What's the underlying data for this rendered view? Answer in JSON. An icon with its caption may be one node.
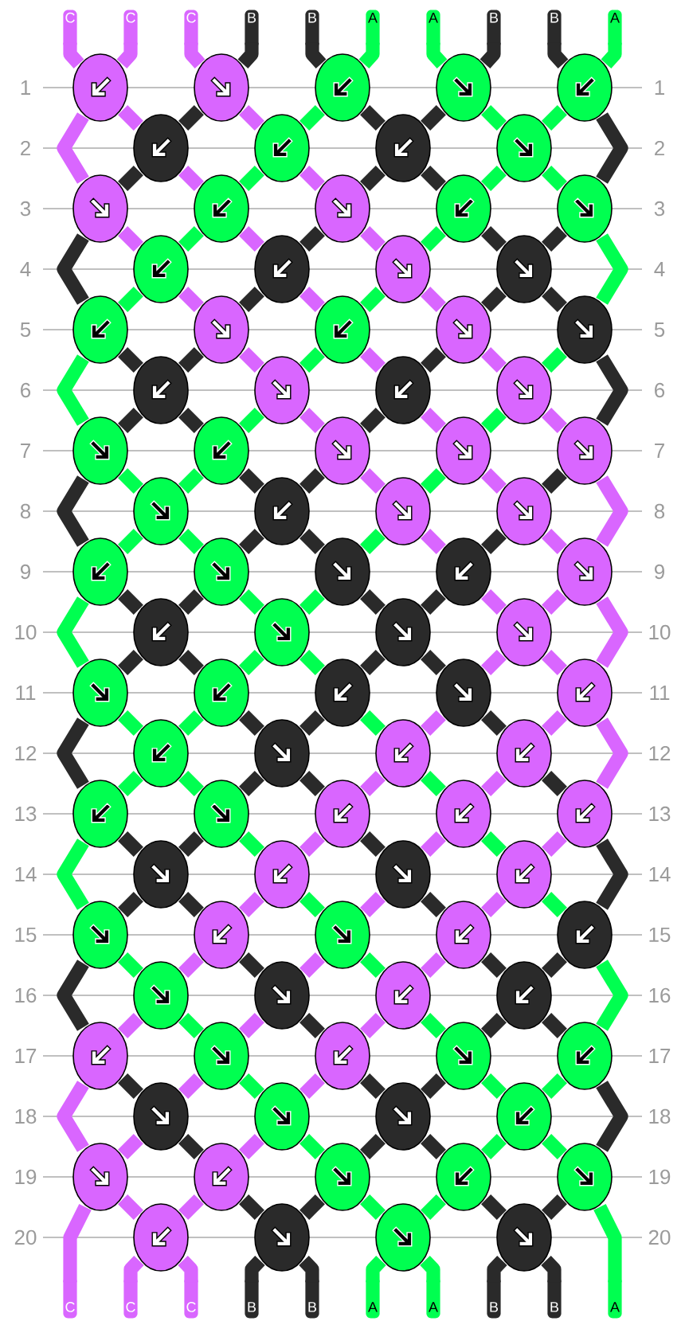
{
  "diagram": {
    "nodes": [
      {
        "text": [
          "C"
        ]
      },
      {
        "text": [
          "C"
        ]
      },
      {
        "text": [
          "C"
        ]
      },
      {
        "text": [
          "B"
        ]
      },
      {
        "text": [
          "B"
        ]
      },
      {
        "text": [
          "A"
        ]
      },
      {
        "text": [
          "A"
        ]
      },
      {
        "text": [
          "B"
        ]
      },
      {
        "text": [
          "B"
        ]
      },
      {
        "text": [
          "A"
        ]
      },
      {
        "text": [],
        "shape": "ellipse"
      },
      {
        "text": [],
        "shape": "ellipse"
      },
      {
        "text": [],
        "shape": "ellipse"
      },
      {
        "text": [],
        "shape": "ellipse"
      },
      {
        "text": [],
        "shape": "ellipse"
      },
      {
        "text": [],
        "shape": "ellipse"
      },
      {
        "text": [],
        "shape": "ellipse"
      },
      {
        "text": [],
        "shape": "ellipse"
      },
      {
        "text": [],
        "shape": "ellipse"
      },
      {
        "text": [],
        "shape": "ellipse"
      },
      {
        "text": [],
        "shape": "ellipse"
      },
      {
        "text": [],
        "shape": "ellipse"
      },
      {
        "text": [],
        "shape": "ellipse"
      },
      {
        "text": [],
        "shape": "ellipse"
      },
      {
        "text": [],
        "shape": "ellipse"
      },
      {
        "text": [],
        "shape": "ellipse"
      },
      {
        "text": [],
        "shape": "ellipse"
      },
      {
        "text": [],
        "shape": "ellipse"
      },
      {
        "text": [],
        "shape": "ellipse"
      },
      {
        "text": [],
        "shape": "ellipse"
      },
      {
        "text": [],
        "shape": "ellipse"
      },
      {
        "text": [],
        "shape": "ellipse"
      },
      {
        "text": [],
        "shape": "ellipse"
      },
      {
        "text": [],
        "shape": "ellipse"
      },
      {
        "text": [],
        "shape": "ellipse"
      },
      {
        "text": [],
        "shape": "ellipse"
      },
      {
        "text": [],
        "shape": "ellipse"
      },
      {
        "text": [],
        "shape": "ellipse"
      },
      {
        "text": [],
        "shape": "ellipse"
      },
      {
        "text": [],
        "shape": "ellipse"
      },
      {
        "text": [],
        "shape": "ellipse"
      },
      {
        "text": [],
        "shape": "ellipse"
      },
      {
        "text": [],
        "shape": "ellipse"
      },
      {
        "text": [],
        "shape": "ellipse"
      },
      {
        "text": [],
        "shape": "ellipse"
      },
      {
        "text": [],
        "shape": "ellipse"
      },
      {
        "text": [],
        "shape": "ellipse"
      },
      {
        "text": [],
        "shape": "ellipse"
      },
      {
        "text": [],
        "shape": "ellipse"
      },
      {
        "text": [],
        "shape": "ellipse"
      },
      {
        "text": [],
        "shape": "ellipse"
      },
      {
        "text": [],
        "shape": "ellipse"
      },
      {
        "text": [],
        "shape": "ellipse"
      },
      {
        "text": [],
        "shape": "ellipse"
      },
      {
        "text": [],
        "shape": "ellipse"
      },
      {
        "text": [],
        "shape": "ellipse"
      },
      {
        "text": [],
        "shape": "ellipse"
      },
      {
        "text": [],
        "shape": "ellipse"
      },
      {
        "text": [],
        "shape": "ellipse"
      },
      {
        "text": [],
        "shape": "ellipse"
      },
      {
        "text": [],
        "shape": "ellipse"
      },
      {
        "text": [],
        "shape": "ellipse"
      },
      {
        "text": [],
        "shape": "ellipse"
      },
      {
        "text": [],
        "shape": "ellipse"
      },
      {
        "text": [],
        "shape": "ellipse"
      },
      {
        "text": [],
        "shape": "ellipse"
      },
      {
        "text": [],
        "shape": "ellipse"
      },
      {
        "text": [],
        "shape": "ellipse"
      },
      {
        "text": [],
        "shape": "ellipse"
      },
      {
        "text": [],
        "shape": "ellipse"
      },
      {
        "text": [],
        "shape": "ellipse"
      },
      {
        "text": [],
        "shape": "ellipse"
      },
      {
        "text": [],
        "shape": "ellipse"
      },
      {
        "text": [],
        "shape": "ellipse"
      },
      {
        "text": [],
        "shape": "ellipse"
      },
      {
        "text": [],
        "shape": "ellipse"
      },
      {
        "text": [],
        "shape": "ellipse"
      },
      {
        "text": [],
        "shape": "ellipse"
      },
      {
        "text": [],
        "shape": "ellipse"
      },
      {
        "text": [],
        "shape": "ellipse"
      },
      {
        "text": [],
        "shape": "ellipse"
      },
      {
        "text": [],
        "shape": "ellipse"
      },
      {
        "text": [],
        "shape": "ellipse"
      },
      {
        "text": [],
        "shape": "ellipse"
      },
      {
        "text": [],
        "shape": "ellipse"
      },
      {
        "text": [],
        "shape": "ellipse"
      },
      {
        "text": [],
        "shape": "ellipse"
      },
      {
        "text": [],
        "shape": "ellipse"
      },
      {
        "text": [],
        "shape": "ellipse"
      },
      {
        "text": [],
        "shape": "ellipse"
      },
      {
        "text": [],
        "shape": "ellipse"
      },
      {
        "text": [],
        "shape": "ellipse"
      },
      {
        "text": [],
        "shape": "ellipse"
      },
      {
        "text": [],
        "shape": "ellipse"
      },
      {
        "text": [],
        "shape": "ellipse"
      },
      {
        "text": [],
        "shape": "ellipse"
      },
      {
        "text": [],
        "shape": "ellipse"
      },
      {
        "text": [],
        "shape": "ellipse"
      },
      {
        "text": [],
        "shape": "ellipse"
      },
      {
        "text": [],
        "shape": "ellipse"
      },
      {
        "text": [
          "C"
        ]
      },
      {
        "text": [
          "C"
        ]
      },
      {
        "text": [
          "C"
        ]
      },
      {
        "text": [
          "B"
        ]
      },
      {
        "text": [
          "B"
        ]
      },
      {
        "text": [
          "A"
        ]
      },
      {
        "text": [
          "A"
        ]
      },
      {
        "text": [
          "B"
        ]
      },
      {
        "text": [
          "B"
        ]
      },
      {
        "text": [
          "A"
        ]
      }
    ],
    "edges": [
      {
        "from": 0,
        "to": 10,
        "arrow": "none",
        "color": "#d966ff"
      },
      {
        "from": 1,
        "to": 10,
        "arrow": "none",
        "color": "#d966ff"
      },
      {
        "from": 2,
        "to": 11,
        "arrow": "none",
        "color": "#d966ff"
      },
      {
        "from": 3,
        "to": 11,
        "arrow": "none"
      },
      {
        "from": 4,
        "to": 12,
        "arrow": "none"
      },
      {
        "from": 5,
        "to": 12,
        "arrow": "none",
        "color": "#00ff50"
      },
      {
        "from": 6,
        "to": 13,
        "arrow": "none",
        "color": "#00ff50"
      },
      {
        "from": 7,
        "to": 13,
        "arrow": "none"
      },
      {
        "from": 8,
        "to": 14,
        "arrow": "none"
      },
      {
        "from": 9,
        "to": 14,
        "arrow": "none",
        "color": "#00ff50"
      },
      {
        "from": 10,
        "to": 19,
        "arrow": "none",
        "color": "#d966ff"
      },
      {
        "from": 10,
        "to": 15,
        "arrow": "none",
        "color": "#d966ff"
      },
      {
        "from": 11,
        "to": 15,
        "arrow": "none"
      },
      {
        "from": 11,
        "to": 16,
        "arrow": "none",
        "color": "#d966ff"
      },
      {
        "from": 12,
        "to": 16,
        "arrow": "none",
        "color": "#00ff50"
      },
      {
        "from": 12,
        "to": 17,
        "arrow": "none"
      },
      {
        "from": 13,
        "to": 17,
        "arrow": "none"
      },
      {
        "from": 13,
        "to": 18,
        "arrow": "none",
        "color": "#00ff50"
      },
      {
        "from": 14,
        "to": 18,
        "arrow": "none",
        "color": "#00ff50"
      },
      {
        "from": 14,
        "to": 23,
        "arrow": "none"
      },
      {
        "from": 15,
        "to": 19,
        "arrow": "none"
      },
      {
        "from": 15,
        "to": 20,
        "arrow": "none",
        "color": "#d966ff"
      },
      {
        "from": 16,
        "to": 20,
        "arrow": "none",
        "color": "#00ff50"
      },
      {
        "from": 16,
        "to": 21,
        "arrow": "none",
        "color": "#d966ff"
      },
      {
        "from": 17,
        "to": 21,
        "arrow": "none"
      },
      {
        "from": 17,
        "to": 22,
        "arrow": "none"
      },
      {
        "from": 18,
        "to": 22,
        "arrow": "none",
        "color": "#00ff50"
      },
      {
        "from": 18,
        "to": 23,
        "arrow": "none",
        "color": "#00ff50"
      },
      {
        "from": 19,
        "to": 28,
        "arrow": "none"
      },
      {
        "from": 19,
        "to": 24,
        "arrow": "none",
        "color": "#d966ff"
      },
      {
        "from": 20,
        "to": 24,
        "arrow": "none",
        "color": "#00ff50"
      },
      {
        "from": 20,
        "to": 25,
        "arrow": "none",
        "color": "#d966ff"
      },
      {
        "from": 21,
        "to": 25,
        "arrow": "none"
      },
      {
        "from": 21,
        "to": 26,
        "arrow": "none",
        "color": "#d966ff"
      },
      {
        "from": 22,
        "to": 26,
        "arrow": "none",
        "color": "#00ff50"
      },
      {
        "from": 22,
        "to": 27,
        "arrow": "none"
      },
      {
        "from": 23,
        "to": 27,
        "arrow": "none"
      },
      {
        "from": 23,
        "to": 32,
        "arrow": "none",
        "color": "#00ff50"
      },
      {
        "from": 24,
        "to": 28,
        "arrow": "none",
        "color": "#00ff50"
      },
      {
        "from": 24,
        "to": 29,
        "arrow": "none",
        "color": "#d966ff"
      },
      {
        "from": 25,
        "to": 29,
        "arrow": "none"
      },
      {
        "from": 25,
        "to": 30,
        "arrow": "none",
        "color": "#d966ff"
      },
      {
        "from": 26,
        "to": 30,
        "arrow": "none",
        "color": "#00ff50"
      },
      {
        "from": 26,
        "to": 31,
        "arrow": "none",
        "color": "#d966ff"
      },
      {
        "from": 27,
        "to": 31,
        "arrow": "none"
      },
      {
        "from": 27,
        "to": 32,
        "arrow": "none"
      },
      {
        "from": 28,
        "to": 37,
        "arrow": "none",
        "color": "#00ff50"
      },
      {
        "from": 28,
        "to": 33,
        "arrow": "none"
      },
      {
        "from": 29,
        "to": 33,
        "arrow": "none"
      },
      {
        "from": 29,
        "to": 34,
        "arrow": "none",
        "color": "#d966ff"
      },
      {
        "from": 30,
        "to": 34,
        "arrow": "none",
        "color": "#00ff50"
      },
      {
        "from": 30,
        "to": 35,
        "arrow": "none",
        "color": "#d966ff"
      },
      {
        "from": 31,
        "to": 35,
        "arrow": "none"
      },
      {
        "from": 31,
        "to": 36,
        "arrow": "none",
        "color": "#d966ff"
      },
      {
        "from": 32,
        "to": 36,
        "arrow": "none",
        "color": "#00ff50"
      },
      {
        "from": 32,
        "to": 41,
        "arrow": "none"
      },
      {
        "from": 33,
        "to": 37,
        "arrow": "none"
      },
      {
        "from": 33,
        "to": 38,
        "arrow": "none"
      },
      {
        "from": 34,
        "to": 38,
        "arrow": "none",
        "color": "#00ff50"
      },
      {
        "from": 34,
        "to": 39,
        "arrow": "none",
        "color": "#d966ff"
      },
      {
        "from": 35,
        "to": 39,
        "arrow": "none"
      },
      {
        "from": 35,
        "to": 40,
        "arrow": "none",
        "color": "#d966ff"
      },
      {
        "from": 36,
        "to": 40,
        "arrow": "none",
        "color": "#00ff50"
      },
      {
        "from": 36,
        "to": 41,
        "arrow": "none",
        "color": "#d966ff"
      },
      {
        "from": 37,
        "to": 46,
        "arrow": "none"
      },
      {
        "from": 37,
        "to": 42,
        "arrow": "none",
        "color": "#00ff50"
      },
      {
        "from": 38,
        "to": 42,
        "arrow": "none",
        "color": "#00ff50"
      },
      {
        "from": 38,
        "to": 43,
        "arrow": "none"
      },
      {
        "from": 39,
        "to": 43,
        "arrow": "none"
      },
      {
        "from": 39,
        "to": 44,
        "arrow": "none",
        "color": "#d966ff"
      },
      {
        "from": 40,
        "to": 44,
        "arrow": "none",
        "color": "#00ff50"
      },
      {
        "from": 40,
        "to": 45,
        "arrow": "none",
        "color": "#d966ff"
      },
      {
        "from": 41,
        "to": 45,
        "arrow": "none"
      },
      {
        "from": 41,
        "to": 50,
        "arrow": "none",
        "color": "#d966ff"
      },
      {
        "from": 42,
        "to": 46,
        "arrow": "none",
        "color": "#00ff50"
      },
      {
        "from": 42,
        "to": 47,
        "arrow": "none",
        "color": "#00ff50"
      },
      {
        "from": 43,
        "to": 47,
        "arrow": "none"
      },
      {
        "from": 43,
        "to": 48,
        "arrow": "none"
      },
      {
        "from": 44,
        "to": 48,
        "arrow": "none",
        "color": "#00ff50"
      },
      {
        "from": 44,
        "to": 49,
        "arrow": "none",
        "color": "#d966ff"
      },
      {
        "from": 45,
        "to": 49,
        "arrow": "none"
      },
      {
        "from": 45,
        "to": 50,
        "arrow": "none",
        "color": "#d966ff"
      },
      {
        "from": 46,
        "to": 55,
        "arrow": "none",
        "color": "#00ff50"
      },
      {
        "from": 46,
        "to": 51,
        "arrow": "none"
      },
      {
        "from": 47,
        "to": 51,
        "arrow": "none"
      },
      {
        "from": 47,
        "to": 52,
        "arrow": "none",
        "color": "#00ff50"
      },
      {
        "from": 48,
        "to": 52,
        "arrow": "none",
        "color": "#00ff50"
      },
      {
        "from": 48,
        "to": 53,
        "arrow": "none"
      },
      {
        "from": 49,
        "to": 53,
        "arrow": "none"
      },
      {
        "from": 49,
        "to": 54,
        "arrow": "none",
        "color": "#d966ff"
      },
      {
        "from": 50,
        "to": 54,
        "arrow": "none",
        "color": "#d966ff"
      },
      {
        "from": 50,
        "to": 59,
        "arrow": "none",
        "color": "#d966ff"
      },
      {
        "from": 51,
        "to": 55,
        "arrow": "none"
      },
      {
        "from": 51,
        "to": 56,
        "arrow": "none"
      },
      {
        "from": 52,
        "to": 56,
        "arrow": "none",
        "color": "#00ff50"
      },
      {
        "from": 52,
        "to": 57,
        "arrow": "none",
        "color": "#00ff50"
      },
      {
        "from": 53,
        "to": 57,
        "arrow": "none"
      },
      {
        "from": 53,
        "to": 58,
        "arrow": "none"
      },
      {
        "from": 54,
        "to": 58,
        "arrow": "none",
        "color": "#d966ff"
      },
      {
        "from": 54,
        "to": 59,
        "arrow": "none",
        "color": "#d966ff"
      },
      {
        "from": 55,
        "to": 64,
        "arrow": "none"
      },
      {
        "from": 55,
        "to": 60,
        "arrow": "none",
        "color": "#00ff50"
      },
      {
        "from": 56,
        "to": 60,
        "arrow": "none",
        "color": "#00ff50"
      },
      {
        "from": 56,
        "to": 61,
        "arrow": "none"
      },
      {
        "from": 57,
        "to": 61,
        "arrow": "none"
      },
      {
        "from": 57,
        "to": 62,
        "arrow": "none",
        "color": "#00ff50"
      },
      {
        "from": 58,
        "to": 62,
        "arrow": "none",
        "color": "#d966ff"
      },
      {
        "from": 58,
        "to": 63,
        "arrow": "none"
      },
      {
        "from": 59,
        "to": 63,
        "arrow": "none",
        "color": "#d966ff"
      },
      {
        "from": 59,
        "to": 68,
        "arrow": "none",
        "color": "#d966ff"
      },
      {
        "from": 60,
        "to": 64,
        "arrow": "none",
        "color": "#00ff50"
      },
      {
        "from": 60,
        "to": 65,
        "arrow": "none",
        "color": "#00ff50"
      },
      {
        "from": 61,
        "to": 65,
        "arrow": "none"
      },
      {
        "from": 61,
        "to": 66,
        "arrow": "none"
      },
      {
        "from": 62,
        "to": 66,
        "arrow": "none",
        "color": "#d966ff"
      },
      {
        "from": 62,
        "to": 67,
        "arrow": "none",
        "color": "#00ff50"
      },
      {
        "from": 63,
        "to": 67,
        "arrow": "none",
        "color": "#d966ff"
      },
      {
        "from": 63,
        "to": 68,
        "arrow": "none"
      },
      {
        "from": 64,
        "to": 73,
        "arrow": "none",
        "color": "#00ff50"
      },
      {
        "from": 64,
        "to": 69,
        "arrow": "none"
      },
      {
        "from": 65,
        "to": 69,
        "arrow": "none"
      },
      {
        "from": 65,
        "to": 70,
        "arrow": "none",
        "color": "#00ff50"
      },
      {
        "from": 66,
        "to": 70,
        "arrow": "none",
        "color": "#d966ff"
      },
      {
        "from": 66,
        "to": 71,
        "arrow": "none"
      },
      {
        "from": 67,
        "to": 71,
        "arrow": "none",
        "color": "#d966ff"
      },
      {
        "from": 67,
        "to": 72,
        "arrow": "none",
        "color": "#00ff50"
      },
      {
        "from": 68,
        "to": 72,
        "arrow": "none",
        "color": "#d966ff"
      },
      {
        "from": 68,
        "to": 77,
        "arrow": "none"
      },
      {
        "from": 69,
        "to": 73,
        "arrow": "none"
      },
      {
        "from": 69,
        "to": 74,
        "arrow": "none"
      },
      {
        "from": 70,
        "to": 74,
        "arrow": "none",
        "color": "#d966ff"
      },
      {
        "from": 70,
        "to": 75,
        "arrow": "none",
        "color": "#00ff50"
      },
      {
        "from": 71,
        "to": 75,
        "arrow": "none",
        "color": "#d966ff"
      },
      {
        "from": 71,
        "to": 76,
        "arrow": "none"
      },
      {
        "from": 72,
        "to": 76,
        "arrow": "none",
        "color": "#d966ff"
      },
      {
        "from": 72,
        "to": 77,
        "arrow": "none",
        "color": "#00ff50"
      },
      {
        "from": 73,
        "to": 82,
        "arrow": "none"
      },
      {
        "from": 73,
        "to": 78,
        "arrow": "none",
        "color": "#00ff50"
      },
      {
        "from": 74,
        "to": 78,
        "arrow": "none",
        "color": "#d966ff"
      },
      {
        "from": 74,
        "to": 79,
        "arrow": "none"
      },
      {
        "from": 75,
        "to": 79,
        "arrow": "none",
        "color": "#d966ff"
      },
      {
        "from": 75,
        "to": 80,
        "arrow": "none",
        "color": "#00ff50"
      },
      {
        "from": 76,
        "to": 80,
        "arrow": "none",
        "color": "#d966ff"
      },
      {
        "from": 76,
        "to": 81,
        "arrow": "none"
      },
      {
        "from": 77,
        "to": 81,
        "arrow": "none"
      },
      {
        "from": 77,
        "to": 86,
        "arrow": "none",
        "color": "#00ff50"
      },
      {
        "from": 78,
        "to": 82,
        "arrow": "none",
        "color": "#d966ff"
      },
      {
        "from": 78,
        "to": 83,
        "arrow": "none",
        "color": "#00ff50"
      },
      {
        "from": 79,
        "to": 83,
        "arrow": "none",
        "color": "#d966ff"
      },
      {
        "from": 79,
        "to": 84,
        "arrow": "none"
      },
      {
        "from": 80,
        "to": 84,
        "arrow": "none",
        "color": "#d966ff"
      },
      {
        "from": 80,
        "to": 85,
        "arrow": "none",
        "color": "#00ff50"
      },
      {
        "from": 81,
        "to": 85,
        "arrow": "none"
      },
      {
        "from": 81,
        "to": 86,
        "arrow": "none"
      },
      {
        "from": 82,
        "to": 91,
        "arrow": "none",
        "color": "#d966ff"
      },
      {
        "from": 82,
        "to": 87,
        "arrow": "none"
      },
      {
        "from": 83,
        "to": 87,
        "arrow": "none",
        "color": "#d966ff"
      },
      {
        "from": 83,
        "to": 88,
        "arrow": "none",
        "color": "#00ff50"
      },
      {
        "from": 84,
        "to": 88,
        "arrow": "none",
        "color": "#d966ff"
      },
      {
        "from": 84,
        "to": 89,
        "arrow": "none"
      },
      {
        "from": 85,
        "to": 89,
        "arrow": "none"
      },
      {
        "from": 85,
        "to": 90,
        "arrow": "none",
        "color": "#00ff50"
      },
      {
        "from": 86,
        "to": 90,
        "arrow": "none",
        "color": "#00ff50"
      },
      {
        "from": 86,
        "to": 95,
        "arrow": "none"
      },
      {
        "from": 87,
        "to": 91,
        "arrow": "none",
        "color": "#d966ff"
      },
      {
        "from": 87,
        "to": 92,
        "arrow": "none"
      },
      {
        "from": 88,
        "to": 92,
        "arrow": "none",
        "color": "#d966ff"
      },
      {
        "from": 88,
        "to": 93,
        "arrow": "none",
        "color": "#00ff50"
      },
      {
        "from": 89,
        "to": 93,
        "arrow": "none"
      },
      {
        "from": 89,
        "to": 94,
        "arrow": "none"
      },
      {
        "from": 90,
        "to": 94,
        "arrow": "none",
        "color": "#00ff50"
      },
      {
        "from": 90,
        "to": 95,
        "arrow": "none",
        "color": "#00ff50"
      },
      {
        "from": 91,
        "to": 100,
        "arrow": "none",
        "color": "#d966ff"
      },
      {
        "from": 91,
        "to": 96,
        "arrow": "none",
        "color": "#d966ff"
      },
      {
        "from": 92,
        "to": 96,
        "arrow": "none",
        "color": "#d966ff"
      },
      {
        "from": 92,
        "to": 97,
        "arrow": "none"
      },
      {
        "from": 93,
        "to": 97,
        "arrow": "none"
      },
      {
        "from": 93,
        "to": 98,
        "arrow": "none",
        "color": "#00ff50"
      },
      {
        "from": 94,
        "to": 98,
        "arrow": "none",
        "color": "#00ff50"
      },
      {
        "from": 94,
        "to": 99,
        "arrow": "none"
      },
      {
        "from": 95,
        "to": 99,
        "arrow": "none"
      },
      {
        "from": 95,
        "to": 109,
        "arrow": "none",
        "color": "#00ff50"
      },
      {
        "from": 96,
        "to": 101,
        "arrow": "none",
        "color": "#d966ff"
      },
      {
        "from": 96,
        "to": 102,
        "arrow": "none",
        "color": "#d966ff"
      },
      {
        "from": 97,
        "to": 103,
        "arrow": "none"
      },
      {
        "from": 97,
        "to": 104,
        "arrow": "none"
      },
      {
        "from": 98,
        "to": 105,
        "arrow": "none",
        "color": "#00ff50"
      },
      {
        "from": 98,
        "to": 106,
        "arrow": "none",
        "color": "#00ff50"
      },
      {
        "from": 99,
        "to": 107,
        "arrow": "none"
      },
      {
        "from": 99,
        "to": 108,
        "arrow": "none"
      }
    ],
    "labels": [
      "1",
      "1",
      "2",
      "2",
      "3",
      "3",
      "4",
      "4",
      "5",
      "5",
      "6",
      "6",
      "7",
      "7",
      "8",
      "8",
      "9",
      "9",
      "10",
      "10",
      "11",
      "11",
      "12",
      "12",
      "13",
      "13",
      "14",
      "14",
      "15",
      "15",
      "16",
      "16",
      "17",
      "17",
      "18",
      "18",
      "19",
      "19",
      "20",
      "20"
    ]
  }
}
